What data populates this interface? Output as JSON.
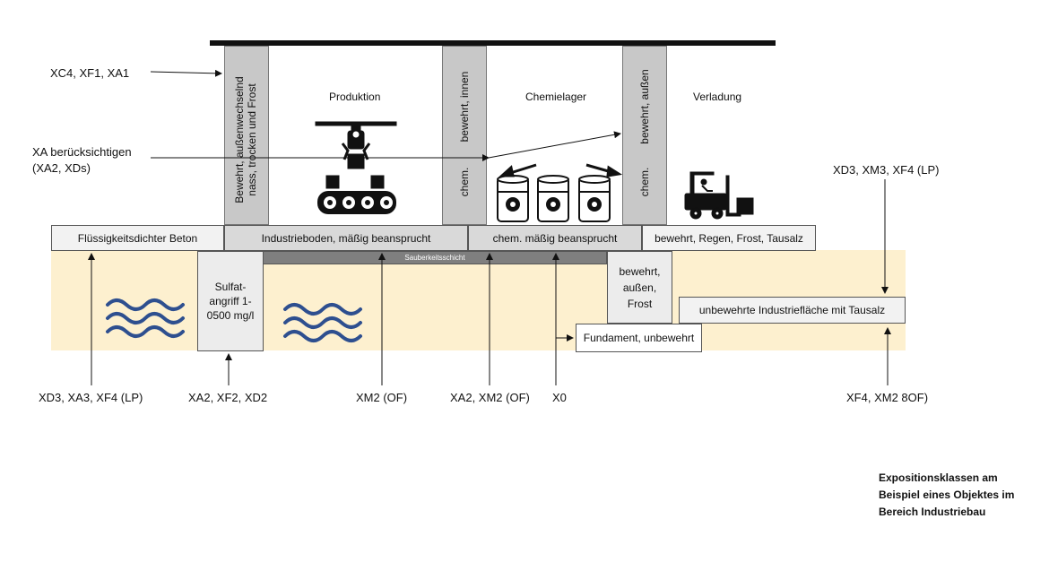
{
  "building": {
    "rooms": {
      "production": "Produktion",
      "chemical_storage": "Chemielager",
      "loading": "Verladung"
    },
    "columns": {
      "left_line1": "Bewehrt, außenwechselnd",
      "left_line2": "nass, trocken und Frost",
      "middle_top": "bewehrt, innen",
      "middle_bottom": "chem.",
      "right_top": "bewehrt, außen",
      "right_bottom": "chem."
    }
  },
  "floor": {
    "seg1": "Flüssigkeitsdichter Beton",
    "seg2": "Industrieboden, mäßig beansprucht",
    "seg3": "chem. mäßig beansprucht",
    "seg4": "bewehrt, Regen, Frost, Tausalz",
    "clean_layer": "Sauberkeitsschicht"
  },
  "ground": {
    "sulfate_l1": "Sulfat-",
    "sulfate_l2": "angriff 1-",
    "sulfate_l3": "0500 mg/l",
    "outer_l1": "bewehrt,",
    "outer_l2": "außen,",
    "outer_l3": "Frost",
    "foundation": "Fundament, unbewehrt",
    "unreinforced": "unbewehrte Industriefläche mit Tausalz"
  },
  "annotations": {
    "xc4": "XC4, XF1, XA1",
    "xa_l1": "XA berücksichtigen",
    "xa_l2": "(XA2, XDs)",
    "xd3_top": "XD3, XM3, XF4 (LP)",
    "xd3_bottom": "XD3, XA3, XF4 (LP)",
    "xa2_xf2": "XA2, XF2, XD2",
    "xm2": "XM2 (OF)",
    "xa2_xm2": "XA2, XM2 (OF)",
    "x0": "X0",
    "xf4_xm2": "XF4, XM2 8OF)"
  },
  "caption": {
    "line1": "Expositionsklassen am",
    "line2": "Beispiel eines Objektes im",
    "line3": "Bereich Industriebau"
  },
  "colors": {
    "column_gray": "#c8c8c8",
    "floor_gray": "#d9d9d9",
    "ground_beige": "#fdf0cf",
    "clean_layer": "#7f7f7f",
    "wave_blue": "#2e4f8f"
  }
}
